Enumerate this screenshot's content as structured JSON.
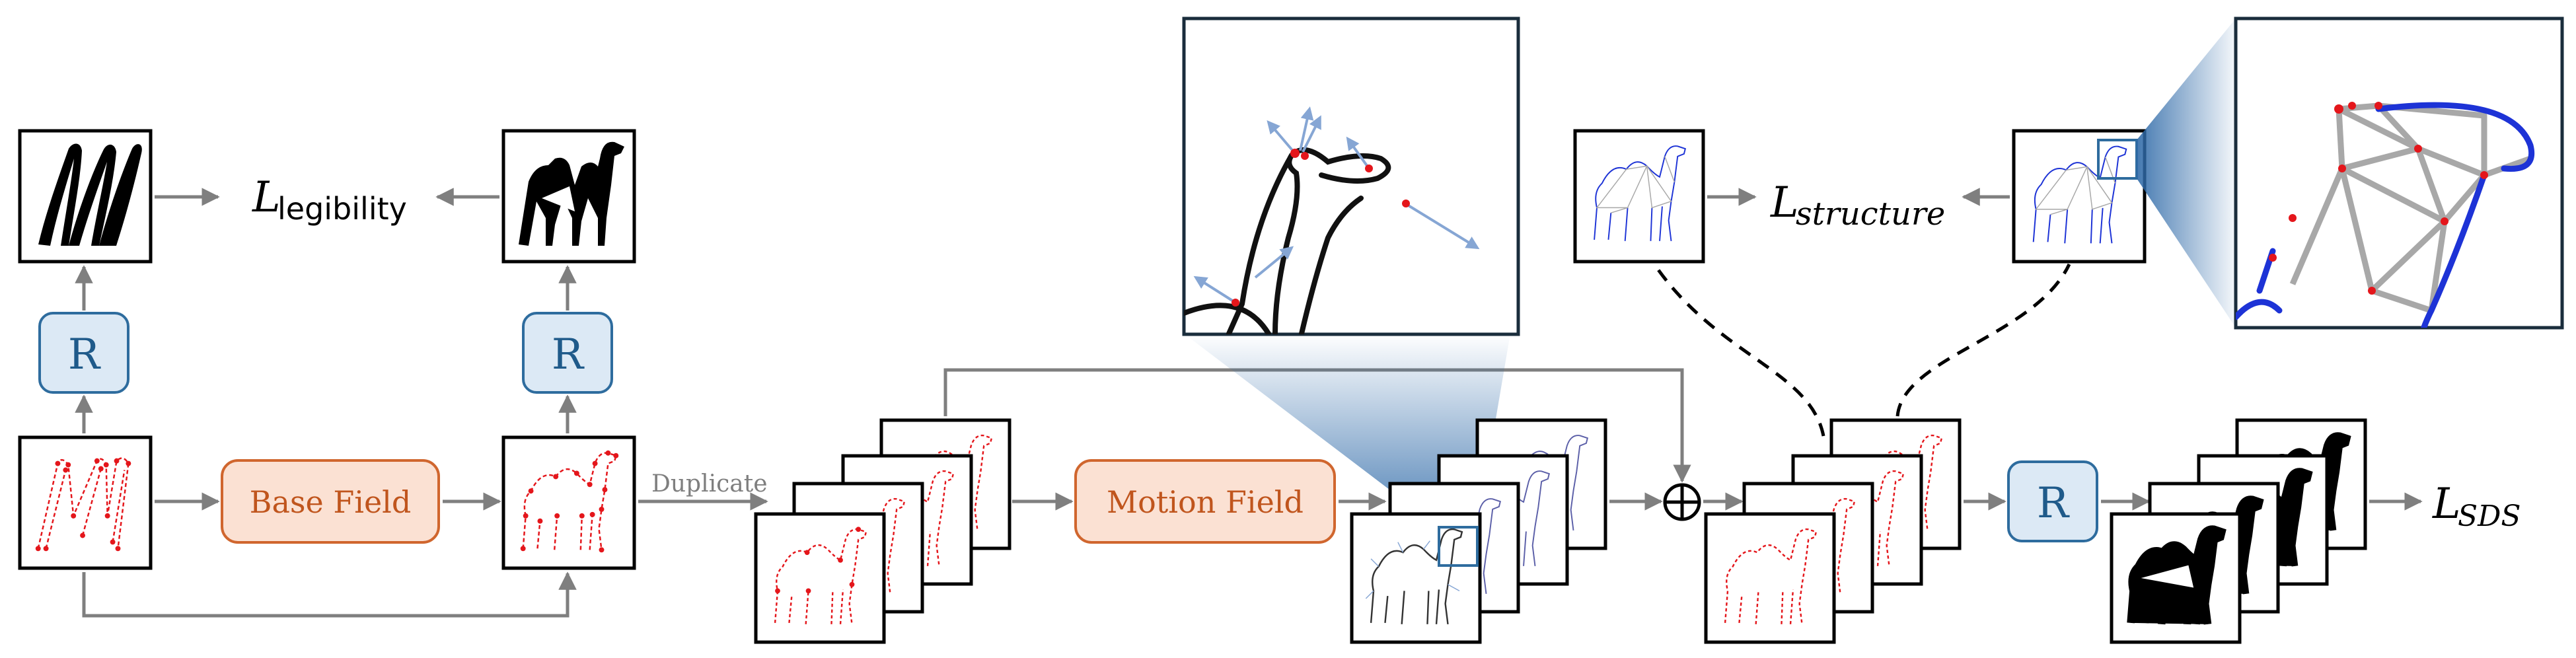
{
  "colors": {
    "arrow": "#7f7f7f",
    "frame": "#000000",
    "r_fill": "#dce9f5",
    "r_stroke": "#2e6c9e",
    "r_text": "#1f5a8a",
    "field_fill": "#fbe1d3",
    "field_stroke": "#d0662e",
    "field_text": "#c0551d",
    "control_point": "#e4161b",
    "outline_blue": "#1d33d6",
    "zoom_gradient": "#2f6aa8",
    "mesh_gray": "#a8a8a8"
  },
  "blocks": {
    "render_label": "R",
    "base_field": "Base Field",
    "motion_field": "Motion Field",
    "duplicate": "Duplicate",
    "plus": "⊕"
  },
  "losses": {
    "legibility_main": "L",
    "legibility_sub": "legibility",
    "structure_main": "L",
    "structure_sub": "structure",
    "sds_main": "L",
    "sds_sub": "SDS"
  },
  "icons": {
    "letter_m_rendered": "letter-m-icon",
    "camel_silhouette": "camel-icon",
    "control_points": "control-points-icon",
    "displacement_arrows": "displacement-arrow-icon",
    "triangulation_mesh": "triangulation-mesh-icon"
  }
}
